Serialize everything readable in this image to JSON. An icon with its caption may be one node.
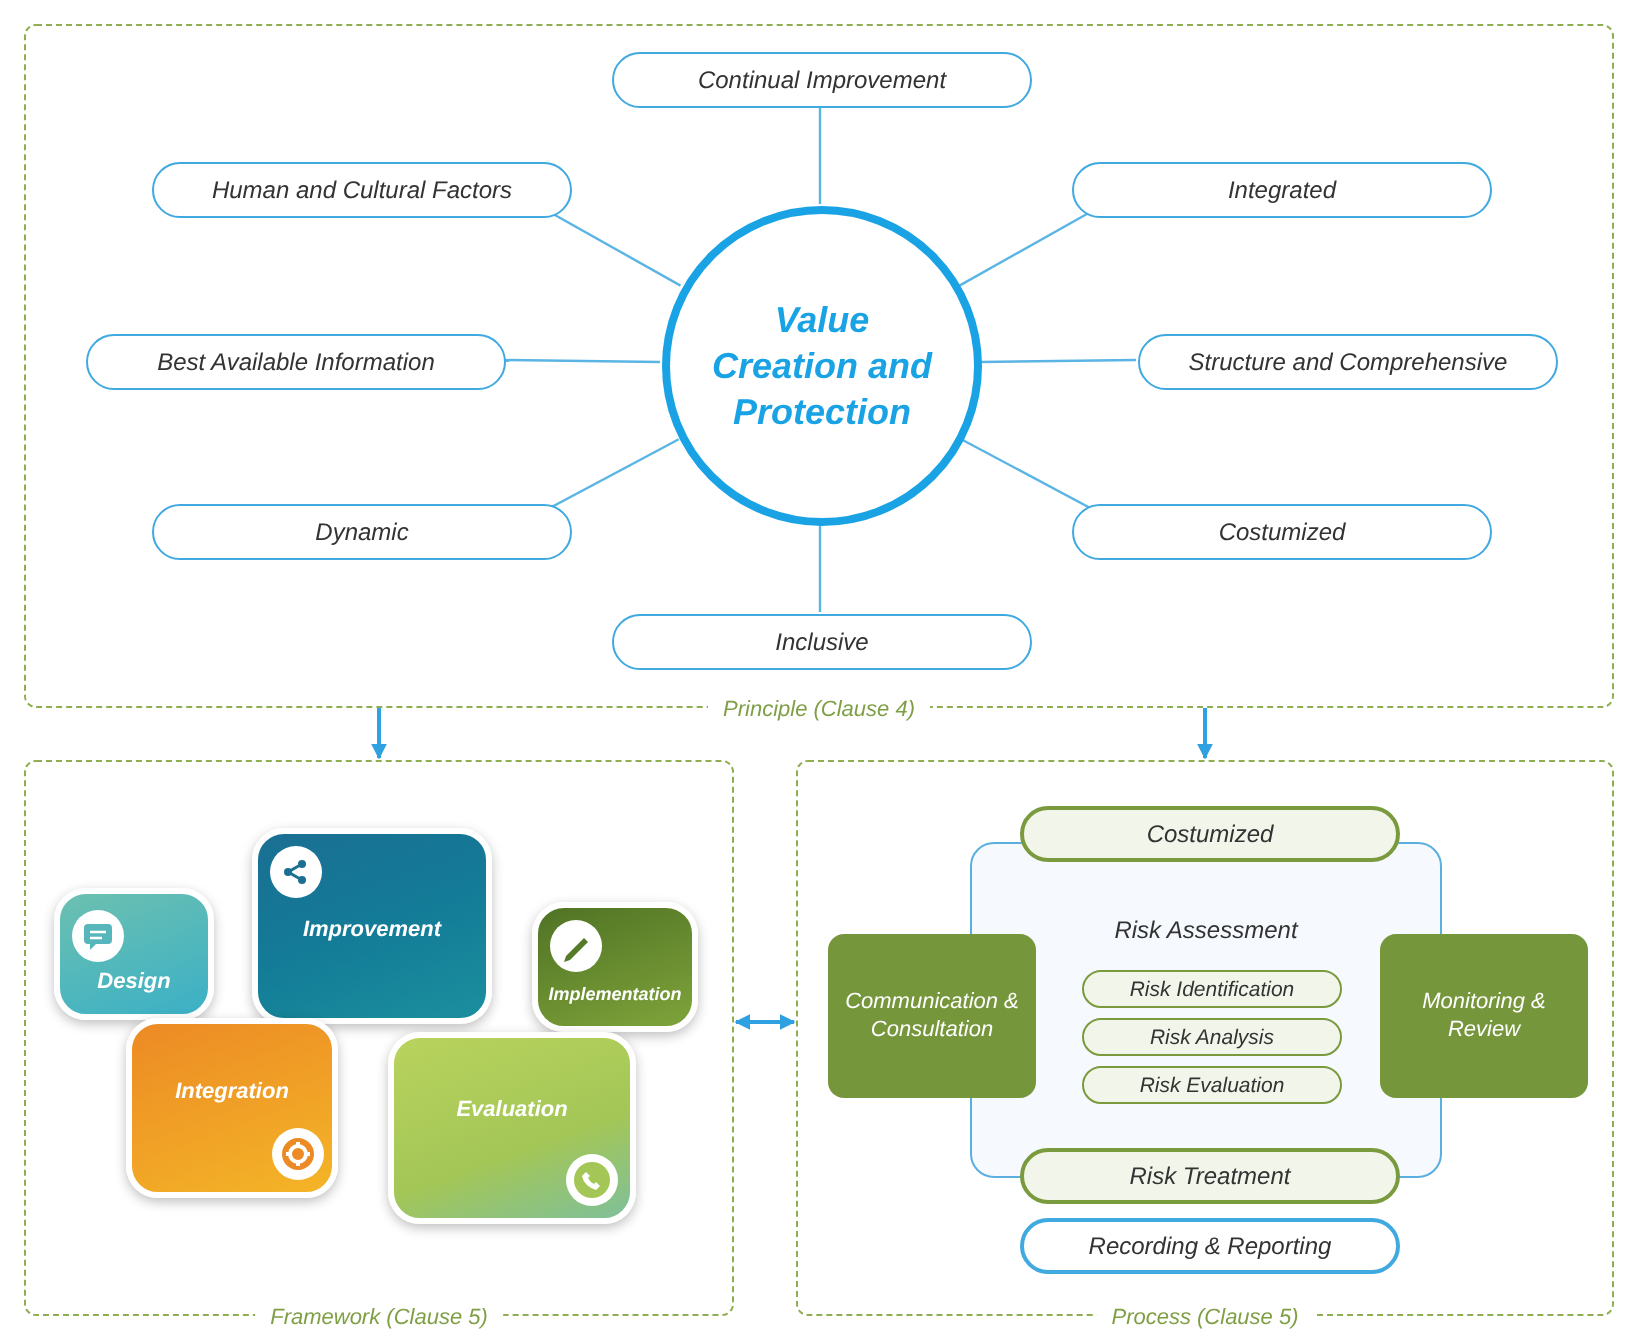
{
  "diagram": {
    "nodes": [
      {
        "text": [
          "Principle (Clause 4)"
        ]
      },
      {
        "text": [
          "Value Creation and Protection"
        ],
        "in": 0
      },
      {
        "text": [
          "Continual Improvement"
        ],
        "in": 0
      },
      {
        "text": [
          "Integrated"
        ],
        "in": 0
      },
      {
        "text": [
          "Structure and Comprehensive"
        ],
        "in": 0
      },
      {
        "text": [
          "Costumized"
        ],
        "in": 0
      },
      {
        "text": [
          "Inclusive"
        ],
        "in": 0
      },
      {
        "text": [
          "Dynamic"
        ],
        "in": 0
      },
      {
        "text": [
          "Best Available Information"
        ],
        "in": 0
      },
      {
        "text": [
          "Human and Cultural Factors"
        ],
        "in": 0
      },
      {
        "text": [
          "Framework (Clause 5)"
        ]
      },
      {
        "text": [
          "Improvement"
        ],
        "in": 10
      },
      {
        "text": [
          "Design"
        ],
        "in": 10
      },
      {
        "text": [
          "Implementation"
        ],
        "in": 10
      },
      {
        "text": [
          "Integration"
        ],
        "in": 10
      },
      {
        "text": [
          "Evaluation"
        ],
        "in": 10
      },
      {
        "text": [
          "Process (Clause 5)"
        ]
      },
      {
        "text": [
          "Risk Assessment"
        ],
        "in": 16
      },
      {
        "text": [
          "Costumized"
        ],
        "in": 16
      },
      {
        "text": [
          "Communication & Consultation"
        ],
        "in": 16
      },
      {
        "text": [
          "Monitoring & Review"
        ],
        "in": 16
      },
      {
        "text": [
          "Risk Identification"
        ],
        "in": 17
      },
      {
        "text": [
          "Risk Analysis"
        ],
        "in": 17
      },
      {
        "text": [
          "Risk Evaluation"
        ],
        "in": 17
      },
      {
        "text": [
          "Risk Treatment"
        ],
        "in": 16
      },
      {
        "text": [
          "Recording & Reporting"
        ],
        "in": 16
      }
    ],
    "edges": [
      {
        "from": 1,
        "to": 2,
        "arrow": "none"
      },
      {
        "from": 1,
        "to": 3,
        "arrow": "none"
      },
      {
        "from": 1,
        "to": 4,
        "arrow": "none"
      },
      {
        "from": 1,
        "to": 5,
        "arrow": "none"
      },
      {
        "from": 1,
        "to": 6,
        "arrow": "none"
      },
      {
        "from": 1,
        "to": 7,
        "arrow": "none"
      },
      {
        "from": 1,
        "to": 8,
        "arrow": "none"
      },
      {
        "from": 1,
        "to": 9,
        "arrow": "none"
      },
      {
        "from": 0,
        "to": 10,
        "arrow": "to"
      },
      {
        "from": 0,
        "to": 16,
        "arrow": "to"
      },
      {
        "from": 10,
        "to": 16,
        "arrow": "both"
      }
    ]
  }
}
